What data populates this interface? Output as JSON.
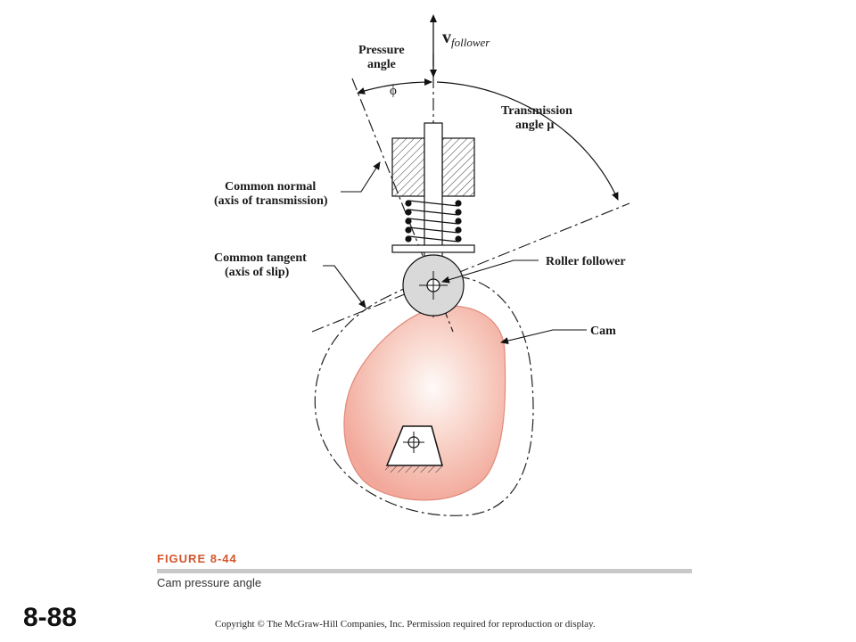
{
  "figure": {
    "labels": {
      "v": "v",
      "v_sub": "follower",
      "pressure_angle_line1": "Pressure",
      "pressure_angle_line2": "angle",
      "phi": "ϕ",
      "transmission_line1": "Transmission",
      "transmission_line2": "angle μ",
      "common_normal_line1": "Common normal",
      "common_normal_line2": "(axis of transmission)",
      "common_tangent_line1": "Common tangent",
      "common_tangent_line2": "(axis of slip)",
      "roller_follower": "Roller follower",
      "cam": "Cam"
    },
    "number_label": "FIGURE 8-44",
    "caption": "Cam pressure angle"
  },
  "page_number": "8-88",
  "copyright": "Copyright © The McGraw-Hill Companies, Inc. Permission required for reproduction or display.",
  "colors": {
    "cam_center": "#fdf0ec",
    "cam_edge": "#f2a89a",
    "cam_stroke": "#e08a7a",
    "roller_fill": "#d9d9d9",
    "figure_title": "#d3562e",
    "rule": "#c8c8c8"
  }
}
